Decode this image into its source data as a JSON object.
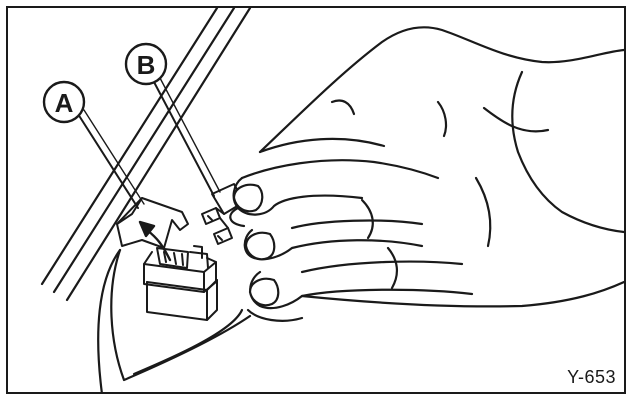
{
  "figure": {
    "callouts": [
      {
        "letter": "A"
      },
      {
        "letter": "B"
      }
    ],
    "figure_code": "Y-653"
  },
  "colors": {
    "line": "#1a1a1a",
    "background": "#ffffff",
    "nail_fill": "#ffffff"
  },
  "icons": {
    "callout_a": "circled-letter-a",
    "callout_b": "circled-letter-b",
    "direction_arrow": "curved-arrow-up-left"
  }
}
